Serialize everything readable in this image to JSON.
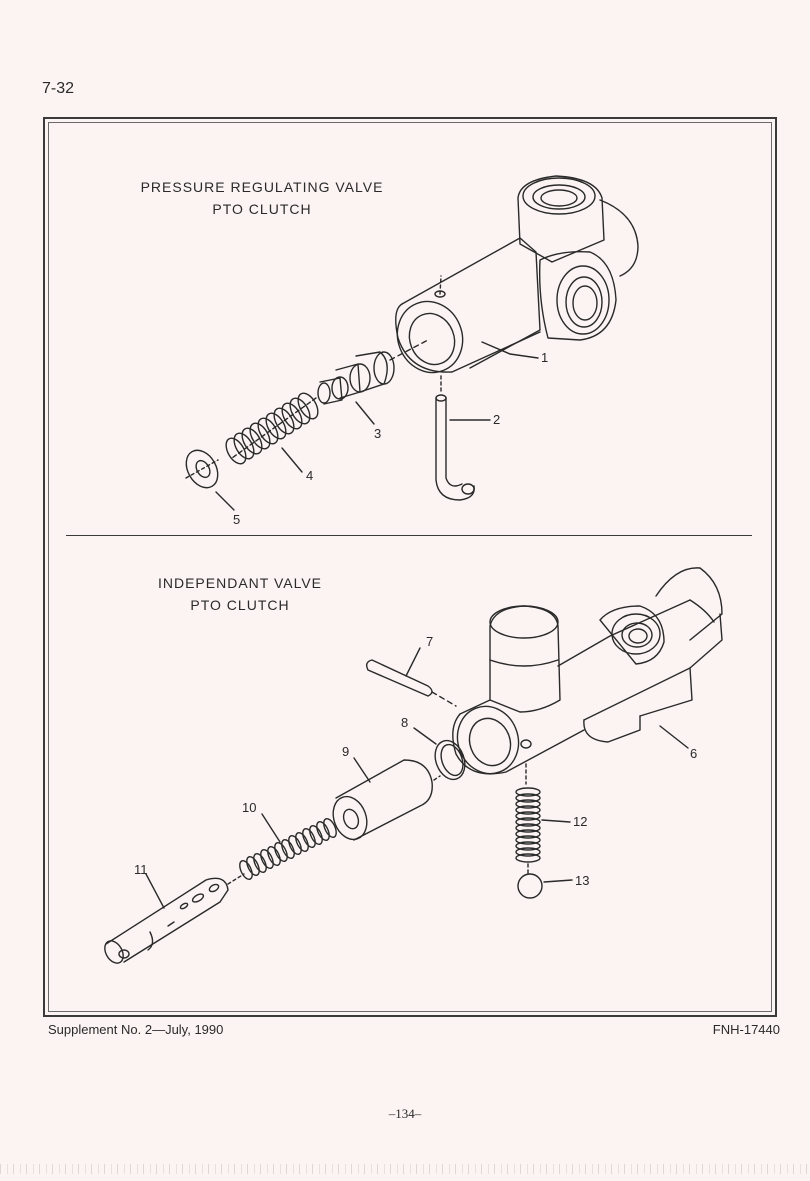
{
  "header": {
    "page_ref": "7-32"
  },
  "upper": {
    "title_line1": "PRESSURE  REGULATING  VALVE",
    "title_line2": "PTO  CLUTCH",
    "callouts": [
      "1",
      "2",
      "3",
      "4",
      "5"
    ]
  },
  "lower": {
    "title_line1": "INDEPENDANT  VALVE",
    "title_line2": "PTO  CLUTCH",
    "callouts": [
      "6",
      "7",
      "8",
      "9",
      "10",
      "11",
      "12",
      "13"
    ]
  },
  "footer": {
    "supplement": "Supplement  No. 2—July,  1990",
    "doc_code": "FNH-17440",
    "page_number": "–134–"
  }
}
